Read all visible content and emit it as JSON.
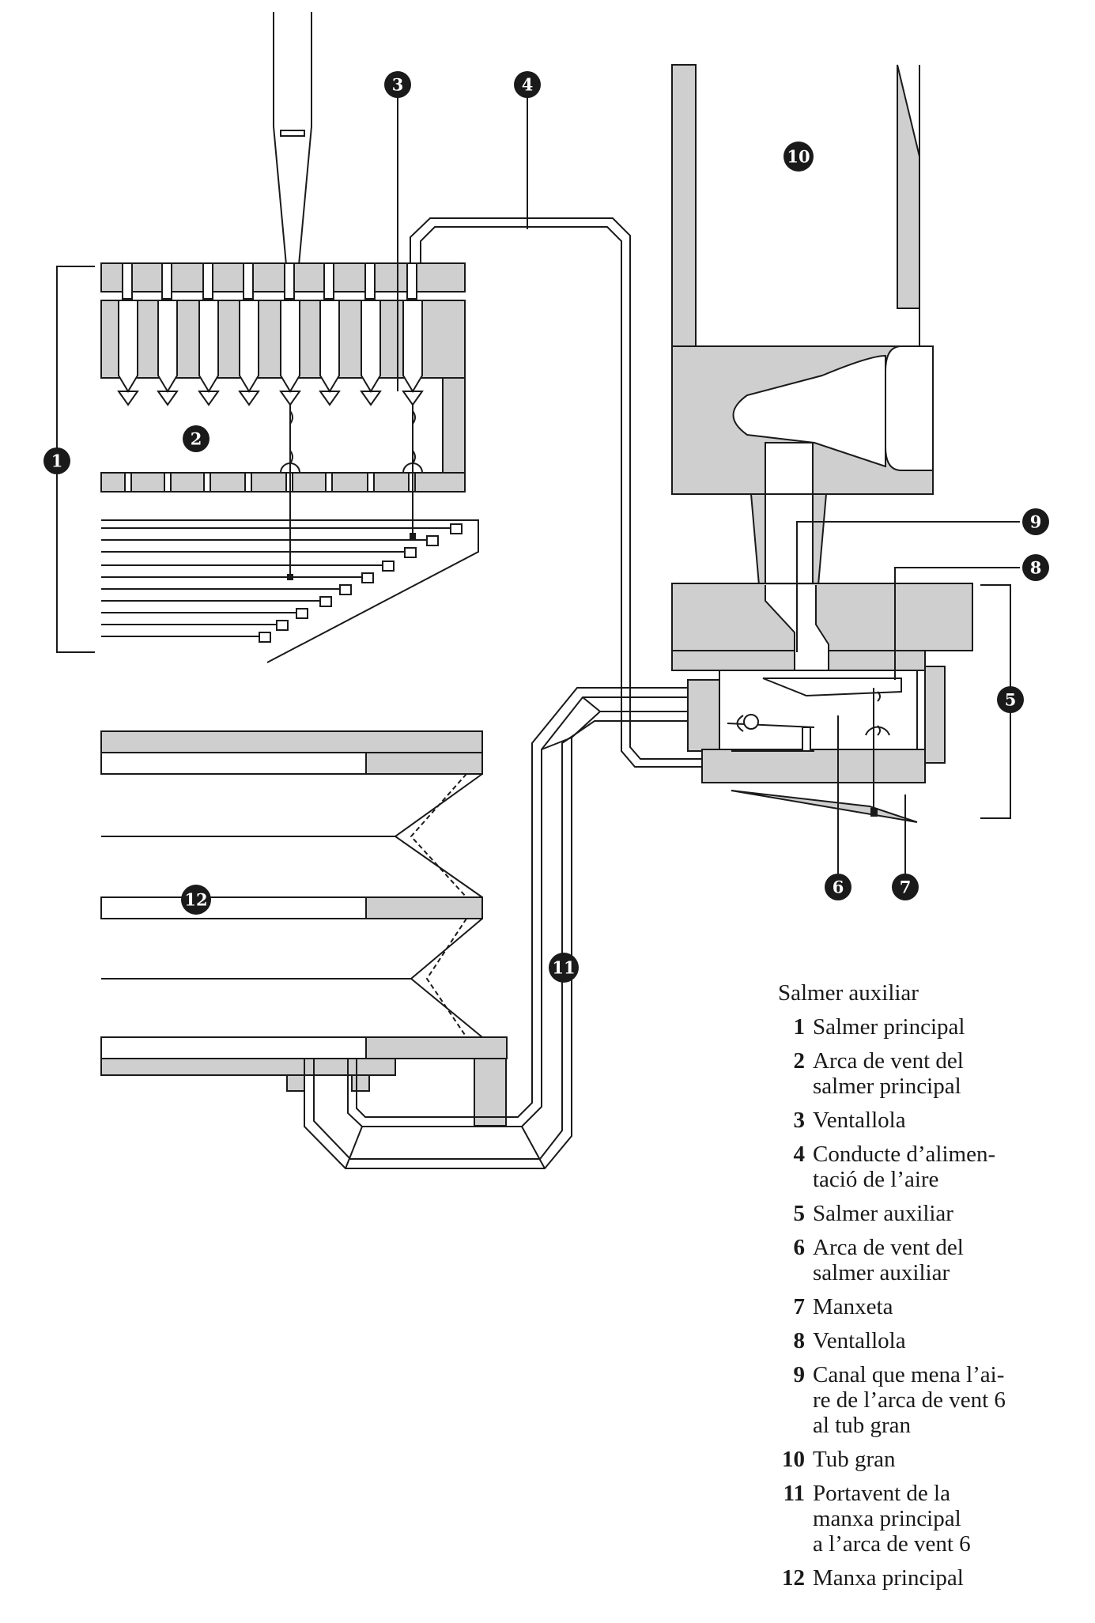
{
  "diagram": {
    "colors": {
      "fill": "#cfcfcf",
      "stroke": "#1a1a1a",
      "background": "#ffffff"
    },
    "callouts": [
      "1",
      "2",
      "3",
      "4",
      "5",
      "6",
      "7",
      "8",
      "9",
      "10",
      "11",
      "12"
    ]
  },
  "legend": {
    "title": "Salmer auxiliar",
    "items": [
      {
        "num": "1",
        "text": "Salmer principal"
      },
      {
        "num": "2",
        "text": "Arca de vent del\nsalmer principal"
      },
      {
        "num": "3",
        "text": "Ventallola"
      },
      {
        "num": "4",
        "text": "Conducte d’alimen-\ntació de l’aire"
      },
      {
        "num": "5",
        "text": "Salmer auxiliar"
      },
      {
        "num": "6",
        "text": "Arca de vent del\nsalmer auxiliar"
      },
      {
        "num": "7",
        "text": "Manxeta"
      },
      {
        "num": "8",
        "text": "Ventallola"
      },
      {
        "num": "9",
        "text": "Canal que mena l’ai-\nre de l’arca de vent 6\nal tub gran"
      },
      {
        "num": "10",
        "text": "Tub gran"
      },
      {
        "num": "11",
        "text": "Portavent de la\nmanxa principal\na l’arca de vent 6"
      },
      {
        "num": "12",
        "text": "Manxa principal"
      }
    ]
  }
}
